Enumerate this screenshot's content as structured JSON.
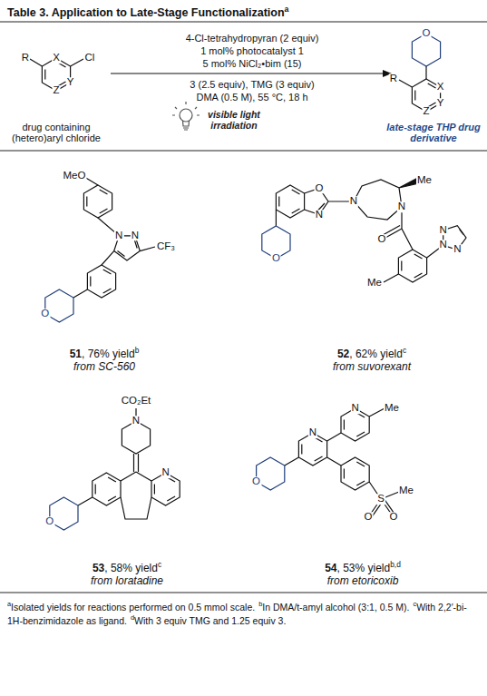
{
  "diagram": {
    "title": "Table 3. Application to Late-Stage Functionalization",
    "labels": [
      "a",
      "4-Cl-tetrahydropyran (2 equiv)",
      "1 mol% photocatalyst 1",
      "5 mol% NiCl₂•bim (15)",
      "3 (2.5 equiv), TMG (3 equiv)",
      "DMA (0.5 M), 55 °C, 18 h",
      "visible light irradiation",
      "drug containing (hetero)aryl chloride",
      "late-stage THP drug derivative",
      "X",
      "Cl",
      "Y",
      "Z",
      "R",
      "O",
      "X",
      "Y",
      "Z",
      "R",
      "MeO",
      "N",
      "N",
      "CF₃",
      "O",
      "51",
      ", 76% yield",
      "b",
      "from SC-560",
      "O",
      "N",
      "N",
      "Me",
      "N",
      "O",
      "N",
      "N",
      "N",
      "Me",
      "O",
      "52",
      ", 62% yield",
      "c",
      "from suvorexant",
      "N",
      "CO₂Et",
      "O",
      "N",
      "53",
      ", 58% yield",
      "c",
      "from loratadine",
      "N",
      "N",
      "Me",
      "S",
      "O",
      "O",
      "Me",
      "O",
      "54",
      ", 53% yield",
      "b,d",
      "from etoricoxib",
      "a",
      "Isolated yields for reactions performed on 0.5 mmol scale.",
      "b",
      "In DMA/t-amyl alcohol (3:1, 0.5 M).",
      "c",
      "With 2,2′-bi-1H-benzimidazole as ligand.",
      "d",
      "With 3 equiv TMG and 1.25 equiv 3."
    ]
  }
}
